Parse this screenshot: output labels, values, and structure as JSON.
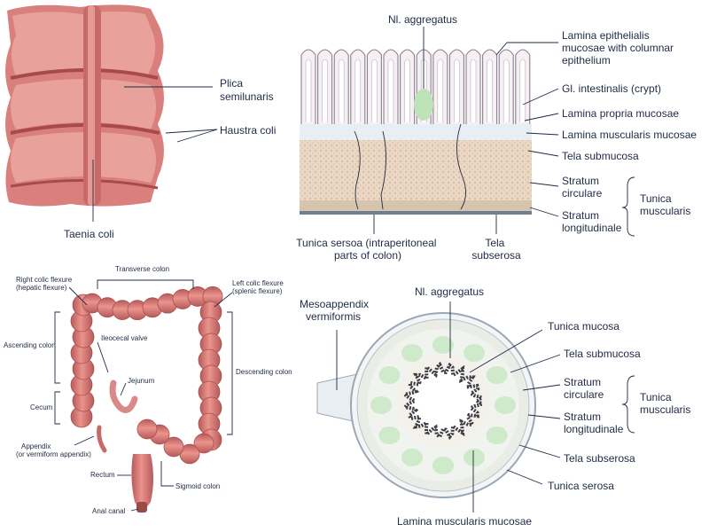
{
  "panel1": {
    "labels": {
      "plica": [
        "Plica",
        "semilunaris"
      ],
      "haustra": "Haustra coli",
      "taenia": "Taenia coli"
    }
  },
  "panel2": {
    "labels": {
      "nl": "Nl. aggregatus",
      "lamina_epi": [
        "Lamina epithelialis",
        "mucosae with columnar",
        "epithelium"
      ],
      "gl": "Gl. intestinalis (crypt)",
      "propria": "Lamina propria mucosae",
      "muscularis_mucosae": "Lamina muscularis mucosae",
      "submucosa": "Tela submucosa",
      "circulare": [
        "Stratum",
        "circulare"
      ],
      "longitudinale": [
        "Stratum",
        "longitudinale"
      ],
      "tunica_muscularis": [
        "Tunica",
        "muscularis"
      ],
      "serosa": [
        "Tunica sersoa (intraperitoneal",
        "parts of colon)"
      ],
      "subserosa": [
        "Tela",
        "subserosa"
      ]
    }
  },
  "panel3": {
    "labels": {
      "transverse": "Transverse colon",
      "right_flexure": [
        "Right colic flexure",
        "(hepatic flexure)"
      ],
      "left_flexure": [
        "Left colic flexure",
        "(splenic flexure)"
      ],
      "ascending": "Ascending colon",
      "ileocecal": "Ileocecal valve",
      "jejunum": "Jejunum",
      "descending": "Descending colon",
      "cecum": "Cecum",
      "appendix": [
        "Appendix",
        "(or vermiform appendix)"
      ],
      "rectum": "Rectum",
      "sigmoid": "Sigmoid colon",
      "anal": "Anal canal"
    }
  },
  "panel4": {
    "labels": {
      "nl": "Nl. aggregatus",
      "meso": [
        "Mesoappendix",
        "vermiformis"
      ],
      "mucosa": "Tunica mucosa",
      "submucosa": "Tela submucosa",
      "circulare": [
        "Stratum",
        "circulare"
      ],
      "longitudinale": [
        "Stratum",
        "longitudinale"
      ],
      "tunica_muscularis": [
        "Tunica",
        "muscularis"
      ],
      "subserosa": "Tela subserosa",
      "serosa": "Tunica serosa",
      "lamina_mm": "Lamina muscularis mucosae"
    }
  },
  "colors": {
    "colon_pink": "#dc7c7a",
    "colon_dark": "#a84a4c",
    "colon_light": "#f0b0aa",
    "nodule_green": "#c9e8c4",
    "submucosa_tan": "#e6d2bc",
    "label_text": "#1f2a44"
  }
}
